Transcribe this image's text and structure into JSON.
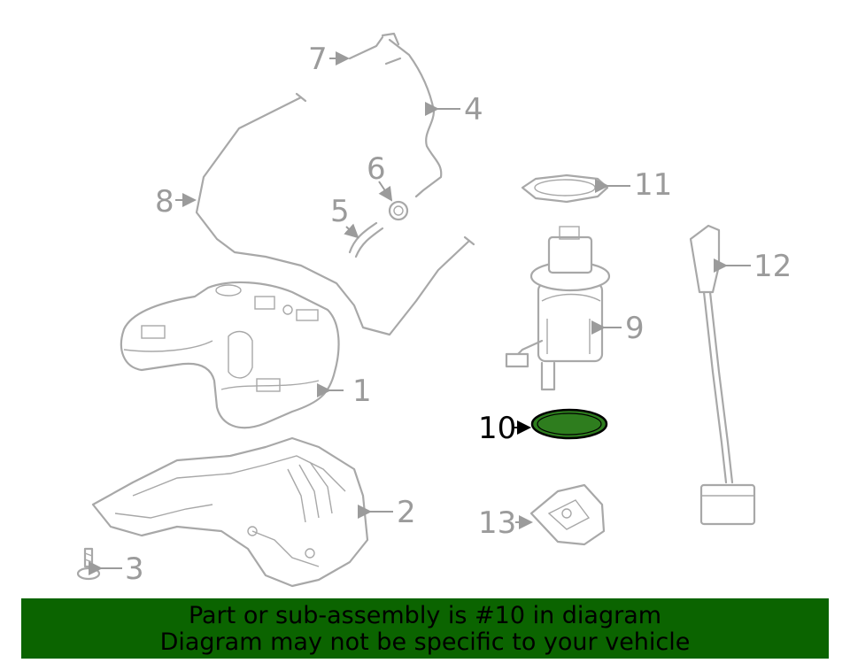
{
  "callouts": {
    "c1": "1",
    "c2": "2",
    "c3": "3",
    "c4": "4",
    "c5": "5",
    "c6": "6",
    "c7": "7",
    "c8": "8",
    "c9": "9",
    "c10": "10",
    "c11": "11",
    "c12": "12",
    "c13": "13"
  },
  "highlight": {
    "part": "10",
    "color": "#2e7d1e"
  },
  "banner": {
    "line1": "Part or sub-assembly is #10 in diagram",
    "line2": "Diagram may not be specific to your vehicle",
    "color": "#0b6400"
  }
}
